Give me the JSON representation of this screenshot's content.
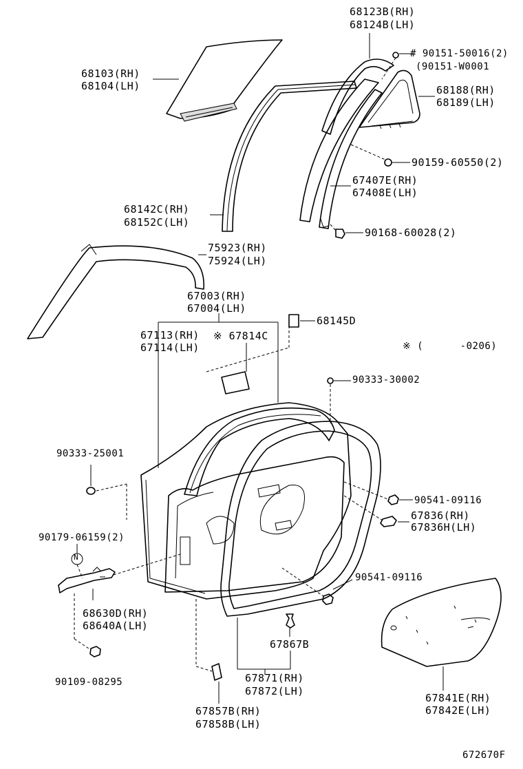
{
  "labels": {
    "glass": [
      "68103(RH)",
      "68104(LH)"
    ],
    "run_upper": [
      "68123B(RH)",
      "68124B(LH)"
    ],
    "screw_top": [
      "# 90151-50016(2)",
      "(90151-W0001"
    ],
    "quarter_glass": [
      "68188(RH)",
      "68189(LH)"
    ],
    "screw_mid": "90159-60550(2)",
    "division_bar": [
      "67407E(RH)",
      "67408E(LH)"
    ],
    "run_channel": [
      "68142C(RH)",
      "68152C(LH)"
    ],
    "bolt_lower": "90168-60028(2)",
    "moulding": [
      "75923(RH)",
      "75924(LH)"
    ],
    "door_panel": [
      "67003(RH)",
      "67004(LH)"
    ],
    "door_sub": [
      "67113(RH)",
      "67114(LH)"
    ],
    "cover_note": "※ 67814C",
    "cushion": "68145D",
    "date_note": "※ (      -0206)",
    "plug_top": "90333-30002",
    "plug_left": "90333-25001",
    "nut_right": "90541-09116",
    "clip_right": [
      "67836(RH)",
      "67836H(LH)"
    ],
    "bolt_check": "90179-06159(2)",
    "check_tag": "N",
    "check_assy": [
      "68630D(RH)",
      "68640A(LH)"
    ],
    "nut_lower": "90541-09116",
    "clip": "67867B",
    "bolt_bottom": "90109-08295",
    "weatherstrip": [
      "67871(RH)",
      "67872(LH)"
    ],
    "cover_sheet": [
      "67841E(RH)",
      "67842E(LH)"
    ],
    "hole_plug": [
      "67857B(RH)",
      "67858B(LH)"
    ],
    "footer_code": "672670F"
  }
}
